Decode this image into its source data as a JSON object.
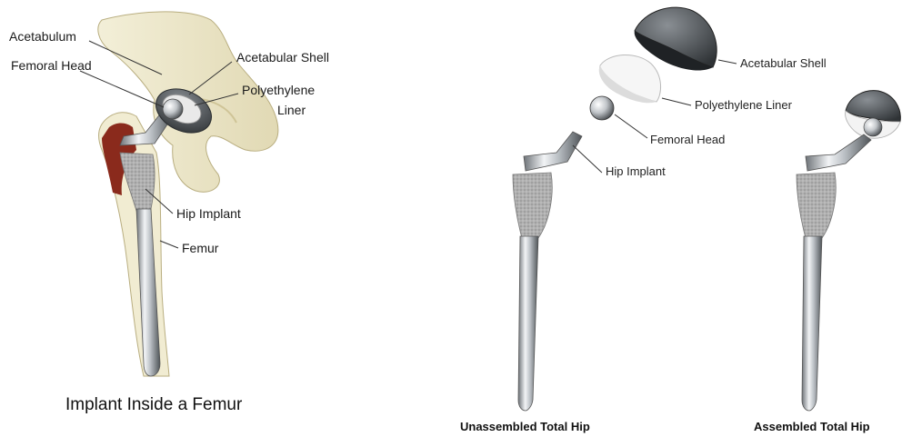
{
  "left": {
    "labels": {
      "acetabulum": "Acetabulum",
      "femoral_head": "Femoral Head",
      "acetabular_shell": "Acetabular Shell",
      "polyethylene": "Polyethylene",
      "liner": "Liner",
      "hip_implant": "Hip Implant",
      "femur": "Femur"
    },
    "caption": "Implant Inside a Femur"
  },
  "right": {
    "labels": {
      "acetabular_shell": "Acetabular Shell",
      "polyethylene_liner": "Polyethylene Liner",
      "femoral_head": "Femoral Head",
      "hip_implant": "Hip Implant"
    },
    "captions": {
      "unassembled": "Unassembled Total Hip",
      "assembled": "Assembled Total Hip"
    }
  },
  "colors": {
    "bone": "#efe9cc",
    "bone_shadow": "#d9d1a8",
    "metal": "#c8ccd0",
    "metal_dark": "#6e7378",
    "porous": "#a8a8a8",
    "marrow": "#8a2a1c",
    "shell": "#555a5e",
    "liner": "#f4f4f4"
  }
}
